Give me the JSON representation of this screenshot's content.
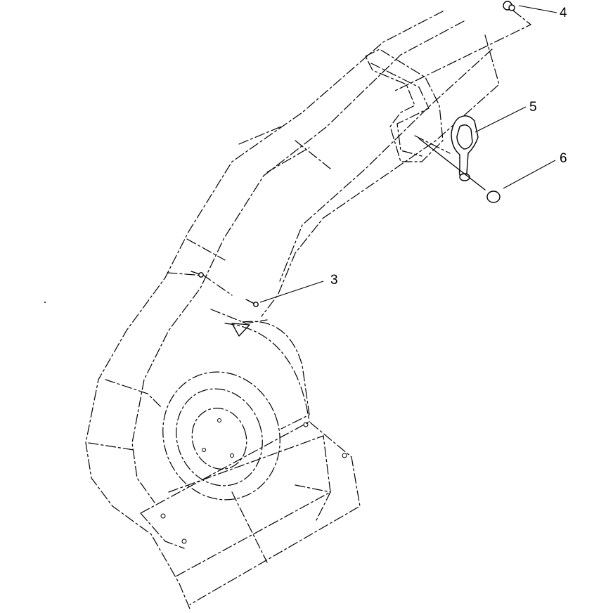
{
  "callouts": [
    {
      "id": "3",
      "label": "3"
    },
    {
      "id": "4",
      "label": "4"
    },
    {
      "id": "5",
      "label": "5"
    },
    {
      "id": "6",
      "label": "6"
    }
  ],
  "colors": {
    "line": "#000000",
    "background": "#ffffff"
  }
}
